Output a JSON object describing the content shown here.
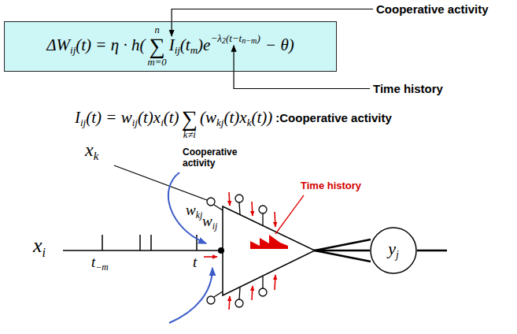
{
  "diagram": {
    "nodes": [
      {
        "text": [
          "ΔW",
          "ij",
          "(t) = η · h(",
          "n",
          "∑",
          "m=0",
          "I",
          "ij",
          "(t",
          "m",
          ")e",
          "−λ",
          "2",
          "(t−t",
          "n−m",
          ")",
          "− θ)"
        ]
      },
      {
        "text": [
          "y",
          "j"
        ]
      }
    ],
    "labels": [
      "Cooperative activity",
      "Time history",
      "I",
      "ij",
      "(t) = w",
      "ij",
      "(t)x",
      "i",
      "(t)",
      "∑",
      "k≠i",
      "(w",
      "kj",
      "(t)x",
      "k",
      "(t))",
      ":Cooperative activity",
      "x",
      "k",
      "Cooperative activity",
      "w",
      "kj",
      "Time history",
      "x",
      "i",
      "w",
      "ij",
      "t",
      "−m",
      "t"
    ]
  }
}
